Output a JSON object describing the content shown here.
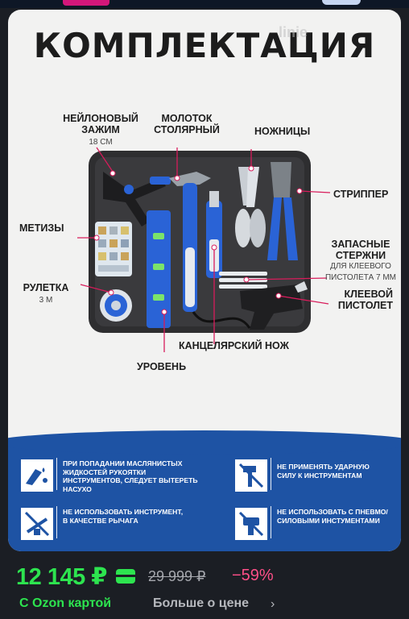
{
  "heading": "КОМПЛЕКТАЦИЯ",
  "watermark": "linie",
  "labels": {
    "nylon_clamp": "НЕЙЛОНОВЫЙ ЗАЖИМ",
    "nylon_clamp_size": "18 СМ",
    "hammer": "МОЛОТОК СТОЛЯРНЫЙ",
    "scissors": "НОЖНИЦЫ",
    "stripper": "СТРИППЕР",
    "hardware": "МЕТИЗЫ",
    "spare_rods": "ЗАПАСНЫЕ СТЕРЖНИ",
    "spare_rods_sub": "ДЛЯ КЛЕЕВОГО ПИСТОЛЕТА 7 ММ",
    "tape": "РУЛЕТКА",
    "tape_size": "3 М",
    "glue_gun": "КЛЕЕВОЙ ПИСТОЛЕТ",
    "utility_knife": "КАНЦЕЛЯРСКИЙ НОЖ",
    "level": "УРОВЕНЬ"
  },
  "warnings": [
    {
      "icon": "oily-hands-warning-icon",
      "text": "ПРИ ПОПАДАНИИ МАСЛЯНИСТЫХ ЖИДКОСТЕЙ РУКОЯТКИ ИНСТРУМЕНТОВ, СЛЕДУЕТ ВЫТЕРЕТЬ НАСУХО"
    },
    {
      "icon": "no-hammer-impact-icon",
      "text": "НЕ ПРИМЕНЯТЬ УДАРНУЮ СИЛУ К ИНСТРУМЕНТАМ"
    },
    {
      "icon": "no-lever-icon",
      "text": "НЕ ИСПОЛЬЗОВАТЬ ИНСТРУМЕНТ, В КАЧЕСТВЕ РЫЧАГА"
    },
    {
      "icon": "no-power-tool-icon",
      "text": "НЕ ИСПОЛЬЗОВАТЬ С ПНЕВМО/СИЛОВЫМИ ИНСТУМЕНТАМИ"
    }
  ],
  "price": {
    "current": "12 145 ₽",
    "old": "29 999 ₽",
    "discount": "−59%",
    "ozon_card": "С Ozon картой",
    "more": "Больше о цене",
    "accent": "#2de44f",
    "discount_color": "#ff4f88"
  },
  "colors": {
    "panel": "#1e53a4",
    "tool_blue": "#2a63d6"
  }
}
